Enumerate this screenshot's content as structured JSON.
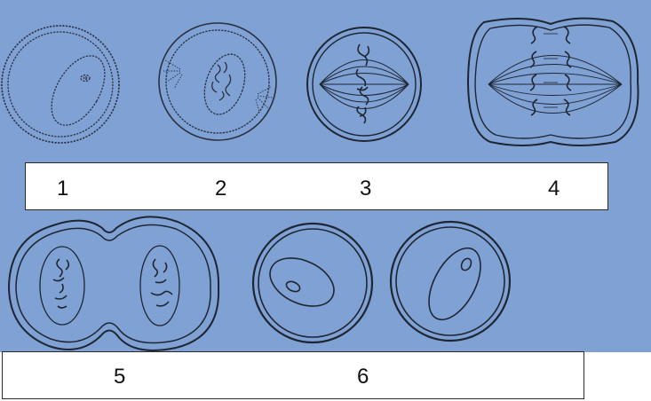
{
  "figure": {
    "stage_labels_row1": [
      "1",
      "2",
      "3",
      "4"
    ],
    "stage_labels_row2": [
      "5",
      "6"
    ],
    "colors": {
      "panel_background": "#7fa1d4",
      "outline": "#1f2633",
      "label_box": "#ffffff"
    },
    "cells": [
      {
        "stage": "1",
        "icon": "interphase-cell-icon"
      },
      {
        "stage": "2",
        "icon": "prophase-cell-icon"
      },
      {
        "stage": "3",
        "icon": "metaphase-cell-icon"
      },
      {
        "stage": "4",
        "icon": "anaphase-cell-icon"
      },
      {
        "stage": "5",
        "icon": "telophase-cell-icon"
      },
      {
        "stage": "6",
        "icon": "daughter-cells-icon"
      }
    ]
  }
}
